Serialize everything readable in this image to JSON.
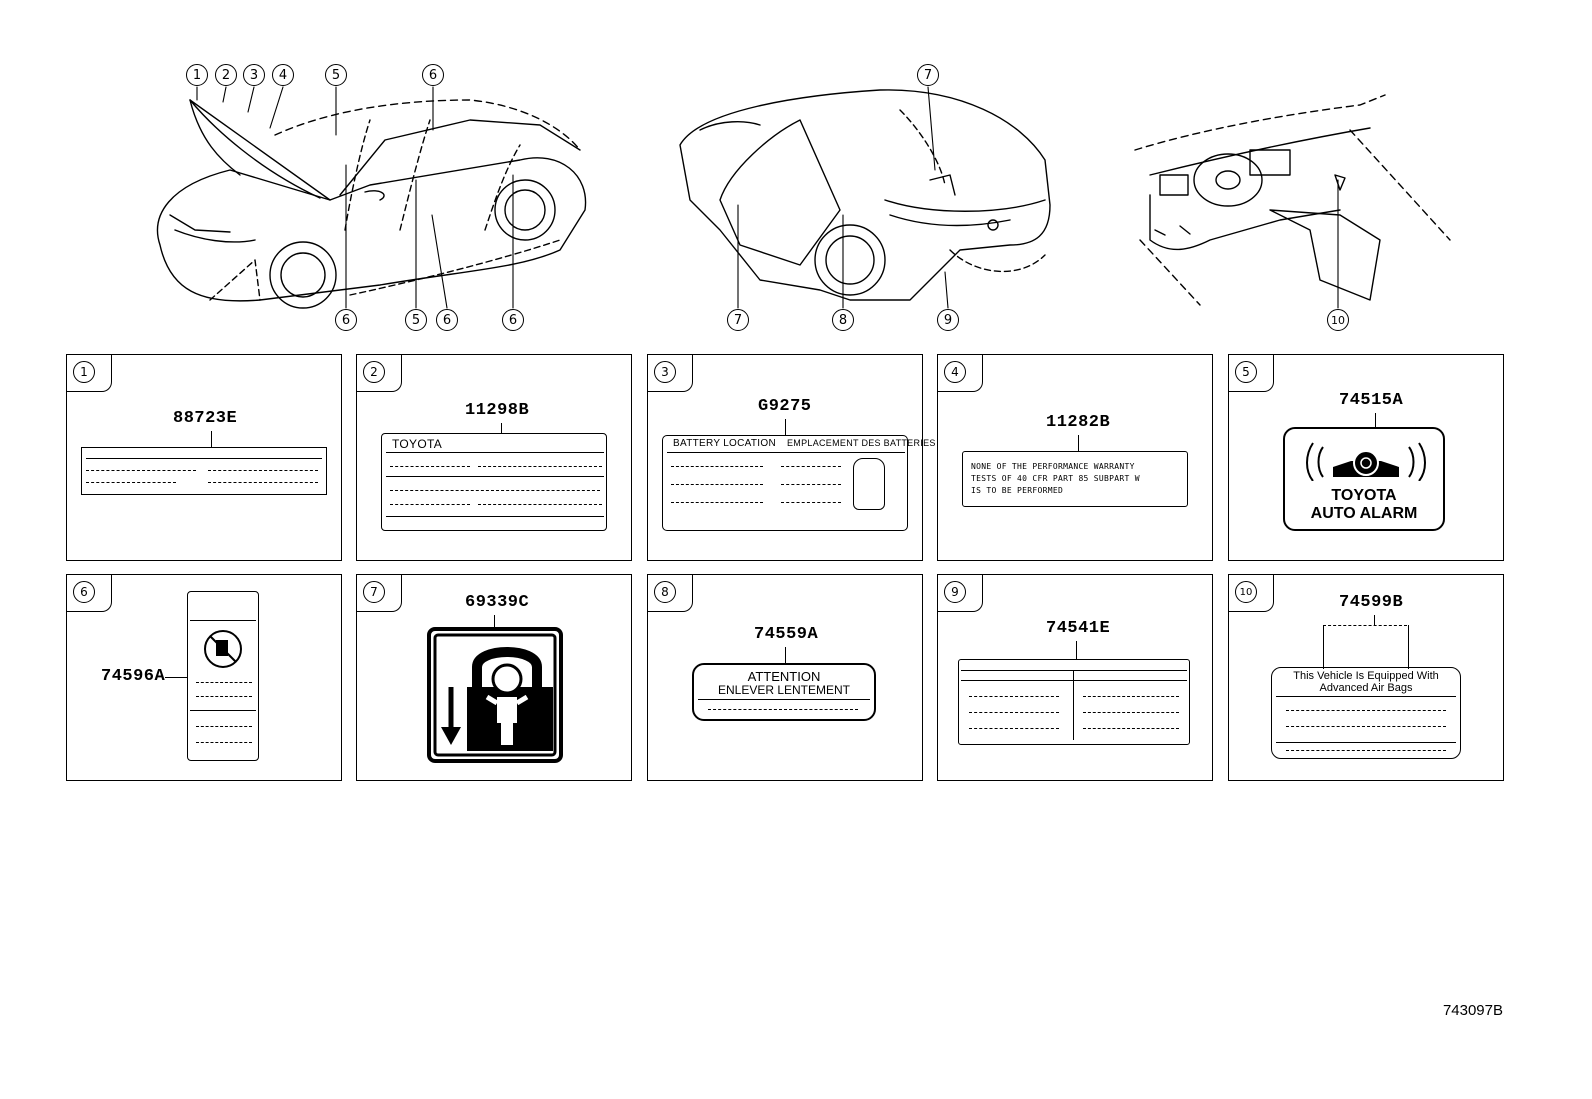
{
  "callouts": {
    "c1": "1",
    "c2": "2",
    "c3": "3",
    "c4": "4",
    "c5a": "5",
    "c6a": "6",
    "c6b": "6",
    "c5b": "5",
    "c6c": "6",
    "c6d": "6",
    "c7a": "7",
    "c7b": "7",
    "c8": "8",
    "c9": "9",
    "c10": "10"
  },
  "panels": [
    {
      "num": "1",
      "part": "88723E"
    },
    {
      "num": "2",
      "part": "11298B"
    },
    {
      "num": "3",
      "part": "G9275"
    },
    {
      "num": "4",
      "part": "11282B"
    },
    {
      "num": "5",
      "part": "74515A"
    },
    {
      "num": "6",
      "part": "74596A"
    },
    {
      "num": "7",
      "part": "69339C"
    },
    {
      "num": "8",
      "part": "74559A"
    },
    {
      "num": "9",
      "part": "74541E"
    },
    {
      "num": "10",
      "part": "74599B"
    }
  ],
  "labels": {
    "l2_brand": "TOYOTA",
    "l3_battery": "BATTERY LOCATION",
    "l3_emplacement": "EMPLACEMENT DES BATTERIES",
    "l4_text_1": "NONE OF THE PERFORMANCE WARRANTY",
    "l4_text_2": "TESTS OF 40 CFR PART 85  SUBPART W",
    "l4_text_3": "IS TO BE PERFORMED",
    "l5_line1": "TOYOTA",
    "l5_line2": "AUTO ALARM",
    "l8_line1": "ATTENTION",
    "l8_line2": "ENLEVER LENTEMENT",
    "l10_line1": "This Vehicle Is Equipped With",
    "l10_line2": "Advanced  Air  Bags"
  },
  "diagram_code": "743097B"
}
